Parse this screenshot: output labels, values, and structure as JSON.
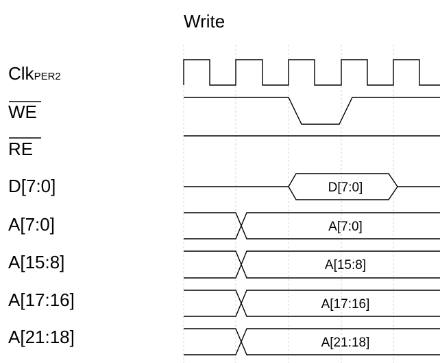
{
  "title": "Write",
  "signals": {
    "clk": {
      "label": "Clk",
      "subscript": "PER2"
    },
    "we": {
      "label": "WE",
      "active_low": true
    },
    "re": {
      "label": "RE",
      "active_low": true
    },
    "data": {
      "label": "D[7:0]",
      "bus_value": "D[7:0]"
    },
    "a7_0": {
      "label": "A[7:0]",
      "bus_value": "A[7:0]"
    },
    "a15_8": {
      "label": "A[15:8]",
      "bus_value": "A[15:8]"
    },
    "a17_16": {
      "label": "A[17:16]",
      "bus_value": "A[17:16]"
    },
    "a21_18": {
      "label": "A[21:18]",
      "bus_value": "A[21:18]"
    }
  }
}
